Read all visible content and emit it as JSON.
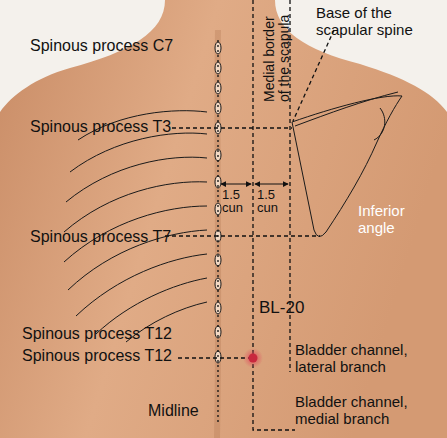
{
  "diagram": {
    "labels": [
      "Spinous process C7",
      "Medial border of the scapula",
      "Base of the scapular spine",
      "Spinous process T3",
      "1.5 cun",
      "1.5 cun",
      "Inferior angle",
      "Spinous process T7",
      "BL-20",
      "Spinous process T12",
      "Spinous process T12",
      "Bladder channel, lateral branch",
      "Midline",
      "Bladder channel, medial branch"
    ]
  }
}
